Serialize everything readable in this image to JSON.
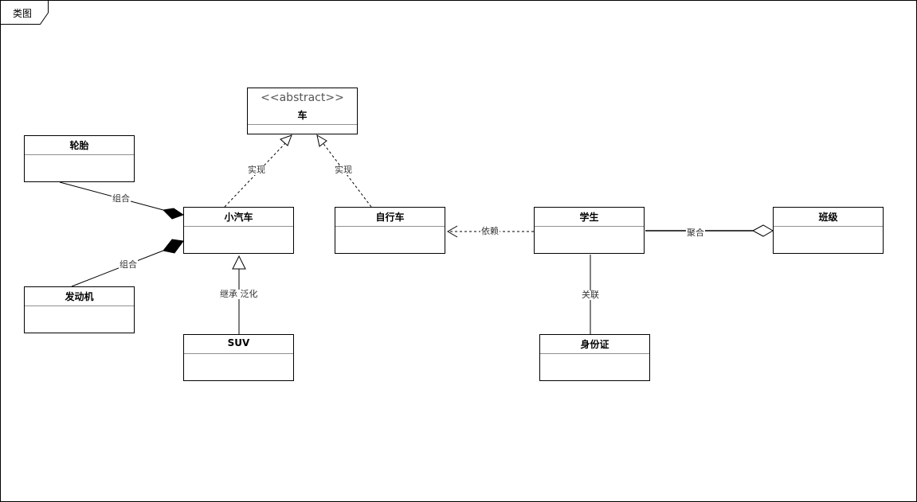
{
  "frame": {
    "title": "类图"
  },
  "classes": {
    "che": {
      "stereotype": "<<abstract>>",
      "name": "车"
    },
    "luntai": {
      "name": "轮胎"
    },
    "xiaoqiche": {
      "name": "小汽车"
    },
    "zixingche": {
      "name": "自行车"
    },
    "xuesheng": {
      "name": "学生"
    },
    "banji": {
      "name": "班级"
    },
    "fadongji": {
      "name": "发动机"
    },
    "suv": {
      "name": "SUV"
    },
    "shenfenzheng": {
      "name": "身份证"
    }
  },
  "relations": {
    "realize_car": "实现",
    "realize_bike": "实现",
    "compose_tire": "组合",
    "compose_engine": "组合",
    "generalize_suv": "继承 泛化",
    "depend": "依赖",
    "aggregate": "聚合",
    "associate": "关联"
  },
  "colors": {
    "line": "#000000",
    "divider": "#909090",
    "background": "#ffffff"
  }
}
